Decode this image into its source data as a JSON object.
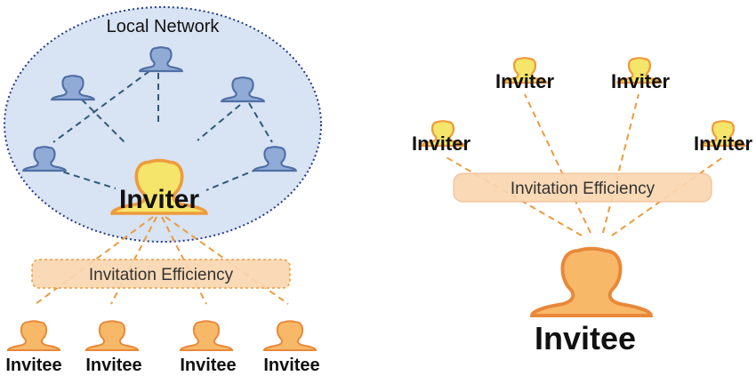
{
  "left": {
    "network_label": "Local Network",
    "inviter_label": "Inviter",
    "efficiency_label": "Invitation Efficiency",
    "invitees": [
      {
        "label": "Invitee"
      },
      {
        "label": "Invitee"
      },
      {
        "label": "Invitee"
      },
      {
        "label": "Invitee"
      }
    ]
  },
  "right": {
    "inviters": [
      {
        "label": "Inviter"
      },
      {
        "label": "Inviter"
      },
      {
        "label": "Inviter"
      },
      {
        "label": "Inviter"
      }
    ],
    "efficiency_label": "Invitation Efficiency",
    "invitee_label": "Invitee"
  },
  "colors": {
    "network_fill": "#d8e3f3",
    "network_border": "#233a8c",
    "peer_fill": "#90acd6",
    "peer_stroke": "#4f6fa5",
    "inviter_fill": "#f5e56a",
    "inviter_stroke": "#ee9b3c",
    "invitee_fill": "#f7b868",
    "invitee_stroke": "#e8883a",
    "efficiency_fill": "#f9d6b0",
    "efficiency_border": "#ee9b3c",
    "dashed_blue": "#2f5a78",
    "dashed_orange": "#ee9b3c"
  },
  "icons": [
    "person-icon"
  ]
}
